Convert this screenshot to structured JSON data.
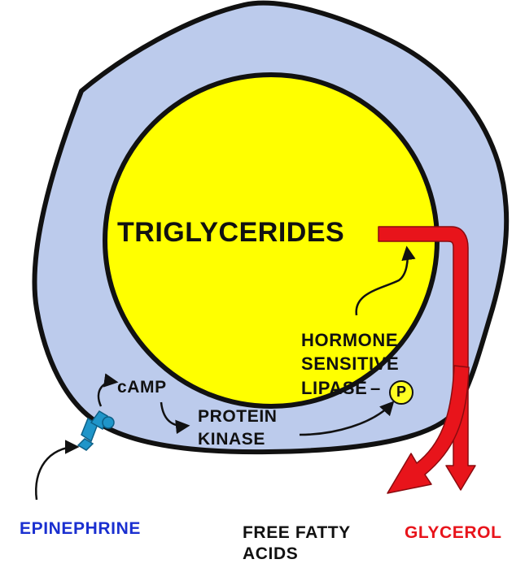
{
  "labels": {
    "triglycerides": "TRIGLYCERIDES",
    "hsl_line1": "HORMONE",
    "hsl_line2": "SENSITIVE",
    "hsl_line3": "LIPASE",
    "phosphate": "P",
    "camp": "cAMP",
    "protein_kinase_line1": "PROTEIN",
    "protein_kinase_line2": "KINASE",
    "epinephrine": "EPINEPHRINE",
    "ffa_line1": "FREE FATTY",
    "ffa_line2": "ACIDS",
    "glycerol": "GLYCEROL"
  },
  "colors": {
    "cell_fill": "#bccbec",
    "droplet_fill": "#ffff00",
    "outline": "#111111",
    "release_arrow": "#e8141b",
    "receptor": "#1f95c9",
    "epinephrine_text": "#1a2fd0",
    "glycerol_text": "#e8141b",
    "phosphate_fill": "#ffff22"
  }
}
